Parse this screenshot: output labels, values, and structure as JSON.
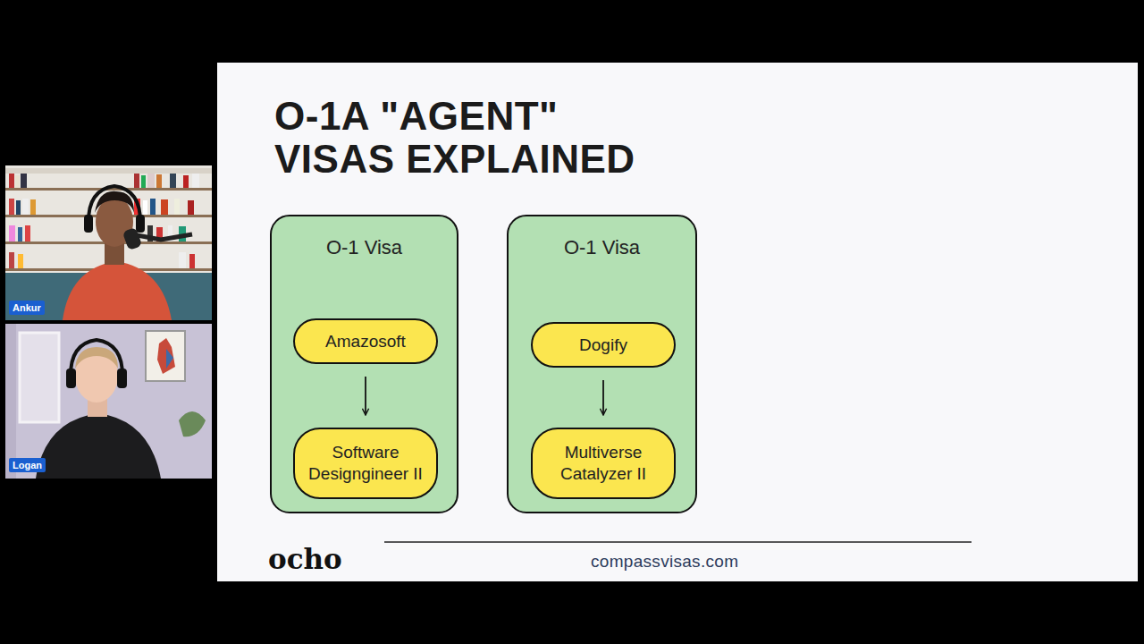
{
  "diagram": {
    "title": "O-1A \"AGENT\" VISAS EXPLAINED",
    "nodes": [
      {
        "text": [
          "O-1 Visa"
        ]
      },
      {
        "text": [
          "Amazosoft"
        ],
        "in": 0
      },
      {
        "text": [
          "Software Designgineer II"
        ],
        "in": 0
      },
      {
        "text": [
          "O-1 Visa"
        ]
      },
      {
        "text": [
          "Dogify"
        ],
        "in": 3
      },
      {
        "text": [
          "Multiverse Catalyzer II"
        ],
        "in": 3
      }
    ],
    "edges": [
      {
        "from": 1,
        "to": 2,
        "arrow": "to"
      },
      {
        "from": 4,
        "to": 5,
        "arrow": "to"
      }
    ],
    "labels": [
      "Ankur",
      "Logan",
      "ocho",
      "compassvisas.com"
    ]
  }
}
